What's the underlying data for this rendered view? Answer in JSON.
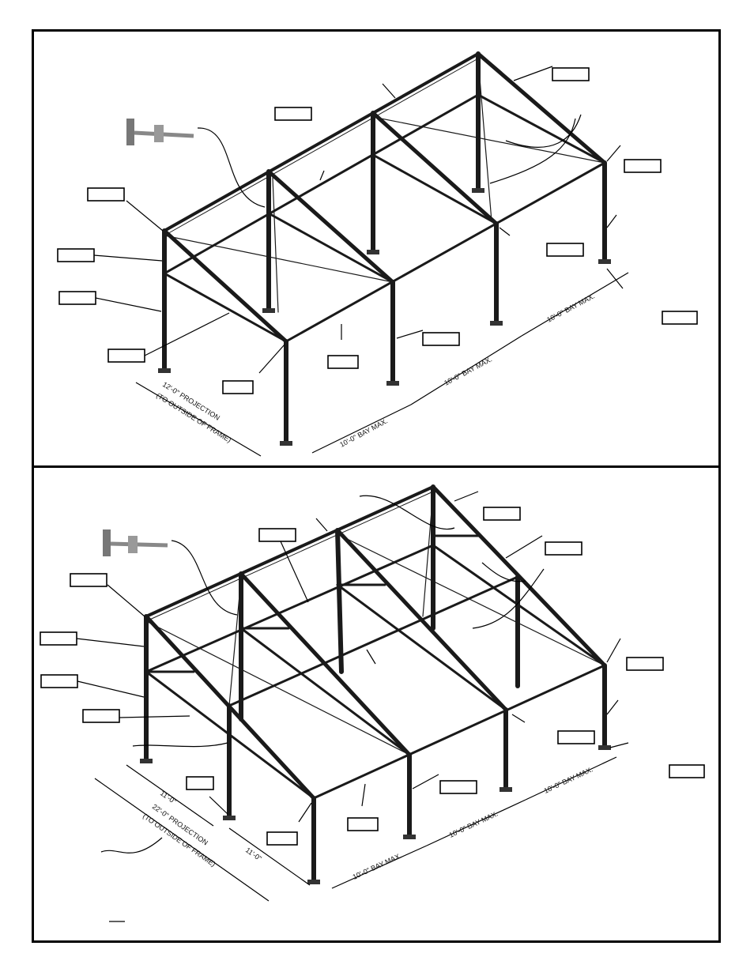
{
  "diagram_top": {
    "projection_label": "12'-0\" PROJECTION",
    "projection_note": "(TO OUTSIDE OF FRAME)",
    "bay_labels": [
      "10'-0\" BAY MAX.",
      "10'-0\" BAY MAX.",
      "10'-0\" BAY MAX."
    ]
  },
  "diagram_bottom": {
    "half_projection_labels": [
      "11'-0\"",
      "11'-0\""
    ],
    "projection_label": "22'-0\" PROJECTION",
    "projection_note": "(TO OUTSIDE OF FRAME)",
    "bay_labels": [
      "10'-0\" BAY MAX.",
      "10'-0\" BAY MAX.",
      "10'-0\" BAY MAX."
    ]
  }
}
